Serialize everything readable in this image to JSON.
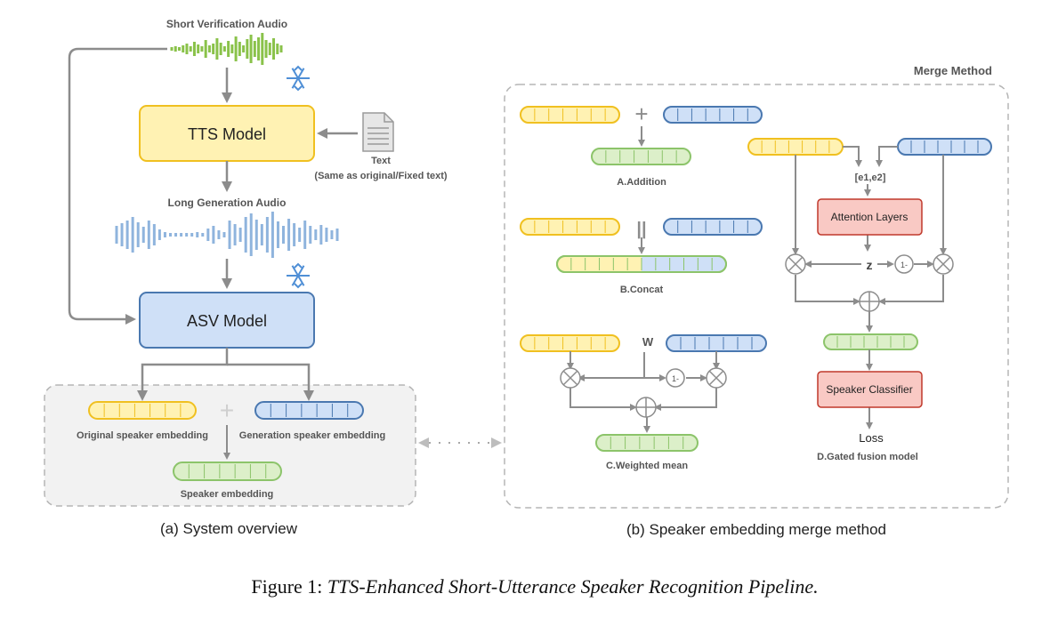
{
  "left": {
    "short_audio_label": "Short Verification Audio",
    "tts_label": "TTS Model",
    "text_label": "Text",
    "text_sub": "(Same as original/Fixed text)",
    "long_audio_label": "Long Generation Audio",
    "asv_label": "ASV Model",
    "orig_emb_label": "Original speaker embedding",
    "gen_emb_label": "Generation speaker embedding",
    "plus": "+",
    "spk_emb_label": "Speaker embedding",
    "caption": "(a) System overview"
  },
  "right": {
    "merge_title": "Merge Method",
    "addition_label": "A.Addition",
    "plus": "+",
    "concat_symbol": "||",
    "concat_label": "B.Concat",
    "w_label": "W",
    "one_minus": "1-",
    "weighted_label": "C.Weighted mean",
    "e1e2_label": "[e1,e2]",
    "attention_label": "Attention Layers",
    "z_label": "z",
    "classifier_label": "Speaker Classifier",
    "loss_label": "Loss",
    "gated_label": "D.Gated fusion model",
    "caption": "(b) Speaker embedding merge method"
  },
  "figure": {
    "prefix": "Figure 1: ",
    "title": "TTS-Enhanced Short-Utterance Speaker Recognition Pipeline."
  },
  "colors": {
    "yellow_fill": "#fff2b3",
    "yellow_stroke": "#f0c020",
    "blue_fill": "#cfe0f7",
    "blue_stroke": "#4a78b0",
    "green_fill": "#dcefc9",
    "green_stroke": "#8cc46a",
    "red_fill": "#f9c9c4",
    "red_stroke": "#c0392b",
    "wave_green": "#8ac24a",
    "wave_blue": "#8fb4dd",
    "arrow": "#8c8c8c"
  }
}
